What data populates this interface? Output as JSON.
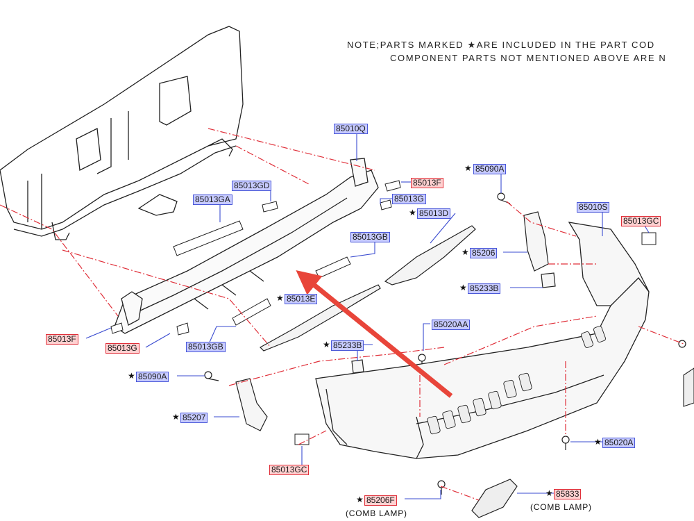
{
  "note": {
    "line1": "NOTE;PARTS MARKED ★ARE INCLUDED IN THE PART COD",
    "line2": "COMPONENT PARTS NOT MENTIONED ABOVE ARE N"
  },
  "colors": {
    "blue_fill": "#c7cbff",
    "blue_border": "#4a58d8",
    "red_fill": "#ffd0d0",
    "red_border": "#e0303a",
    "arrow": "#e8453a",
    "leader": "#e0303a"
  },
  "star_symbol": "★",
  "labels": {
    "p85010Q": "85010Q",
    "p85013F_top": "85013F",
    "p85013GD": "85013GD",
    "p85013G_top": "85013G",
    "p85013GA": "85013GA",
    "p85013GB_top": "85013GB",
    "p85013D": "85013D",
    "p85090A_top": "85090A",
    "p85010S": "85010S",
    "p85013GC_right": "85013GC",
    "p85206": "85206",
    "p85233B_right": "85233B",
    "p85013E": "85013E",
    "p85013F_left": "85013F",
    "p85013G_left": "85013G",
    "p85013GB_bottom": "85013GB",
    "p85020AA": "85020AA",
    "p85233B_mid": "85233B",
    "p85090A_left": "85090A",
    "p85207": "85207",
    "p85020A": "85020A",
    "p85013GC_left": "85013GC",
    "p85206F": "85206F",
    "p85833": "85833"
  },
  "captions": {
    "comb_lamp_left": "(COMB LAMP)",
    "comb_lamp_right": "(COMB LAMP)"
  }
}
